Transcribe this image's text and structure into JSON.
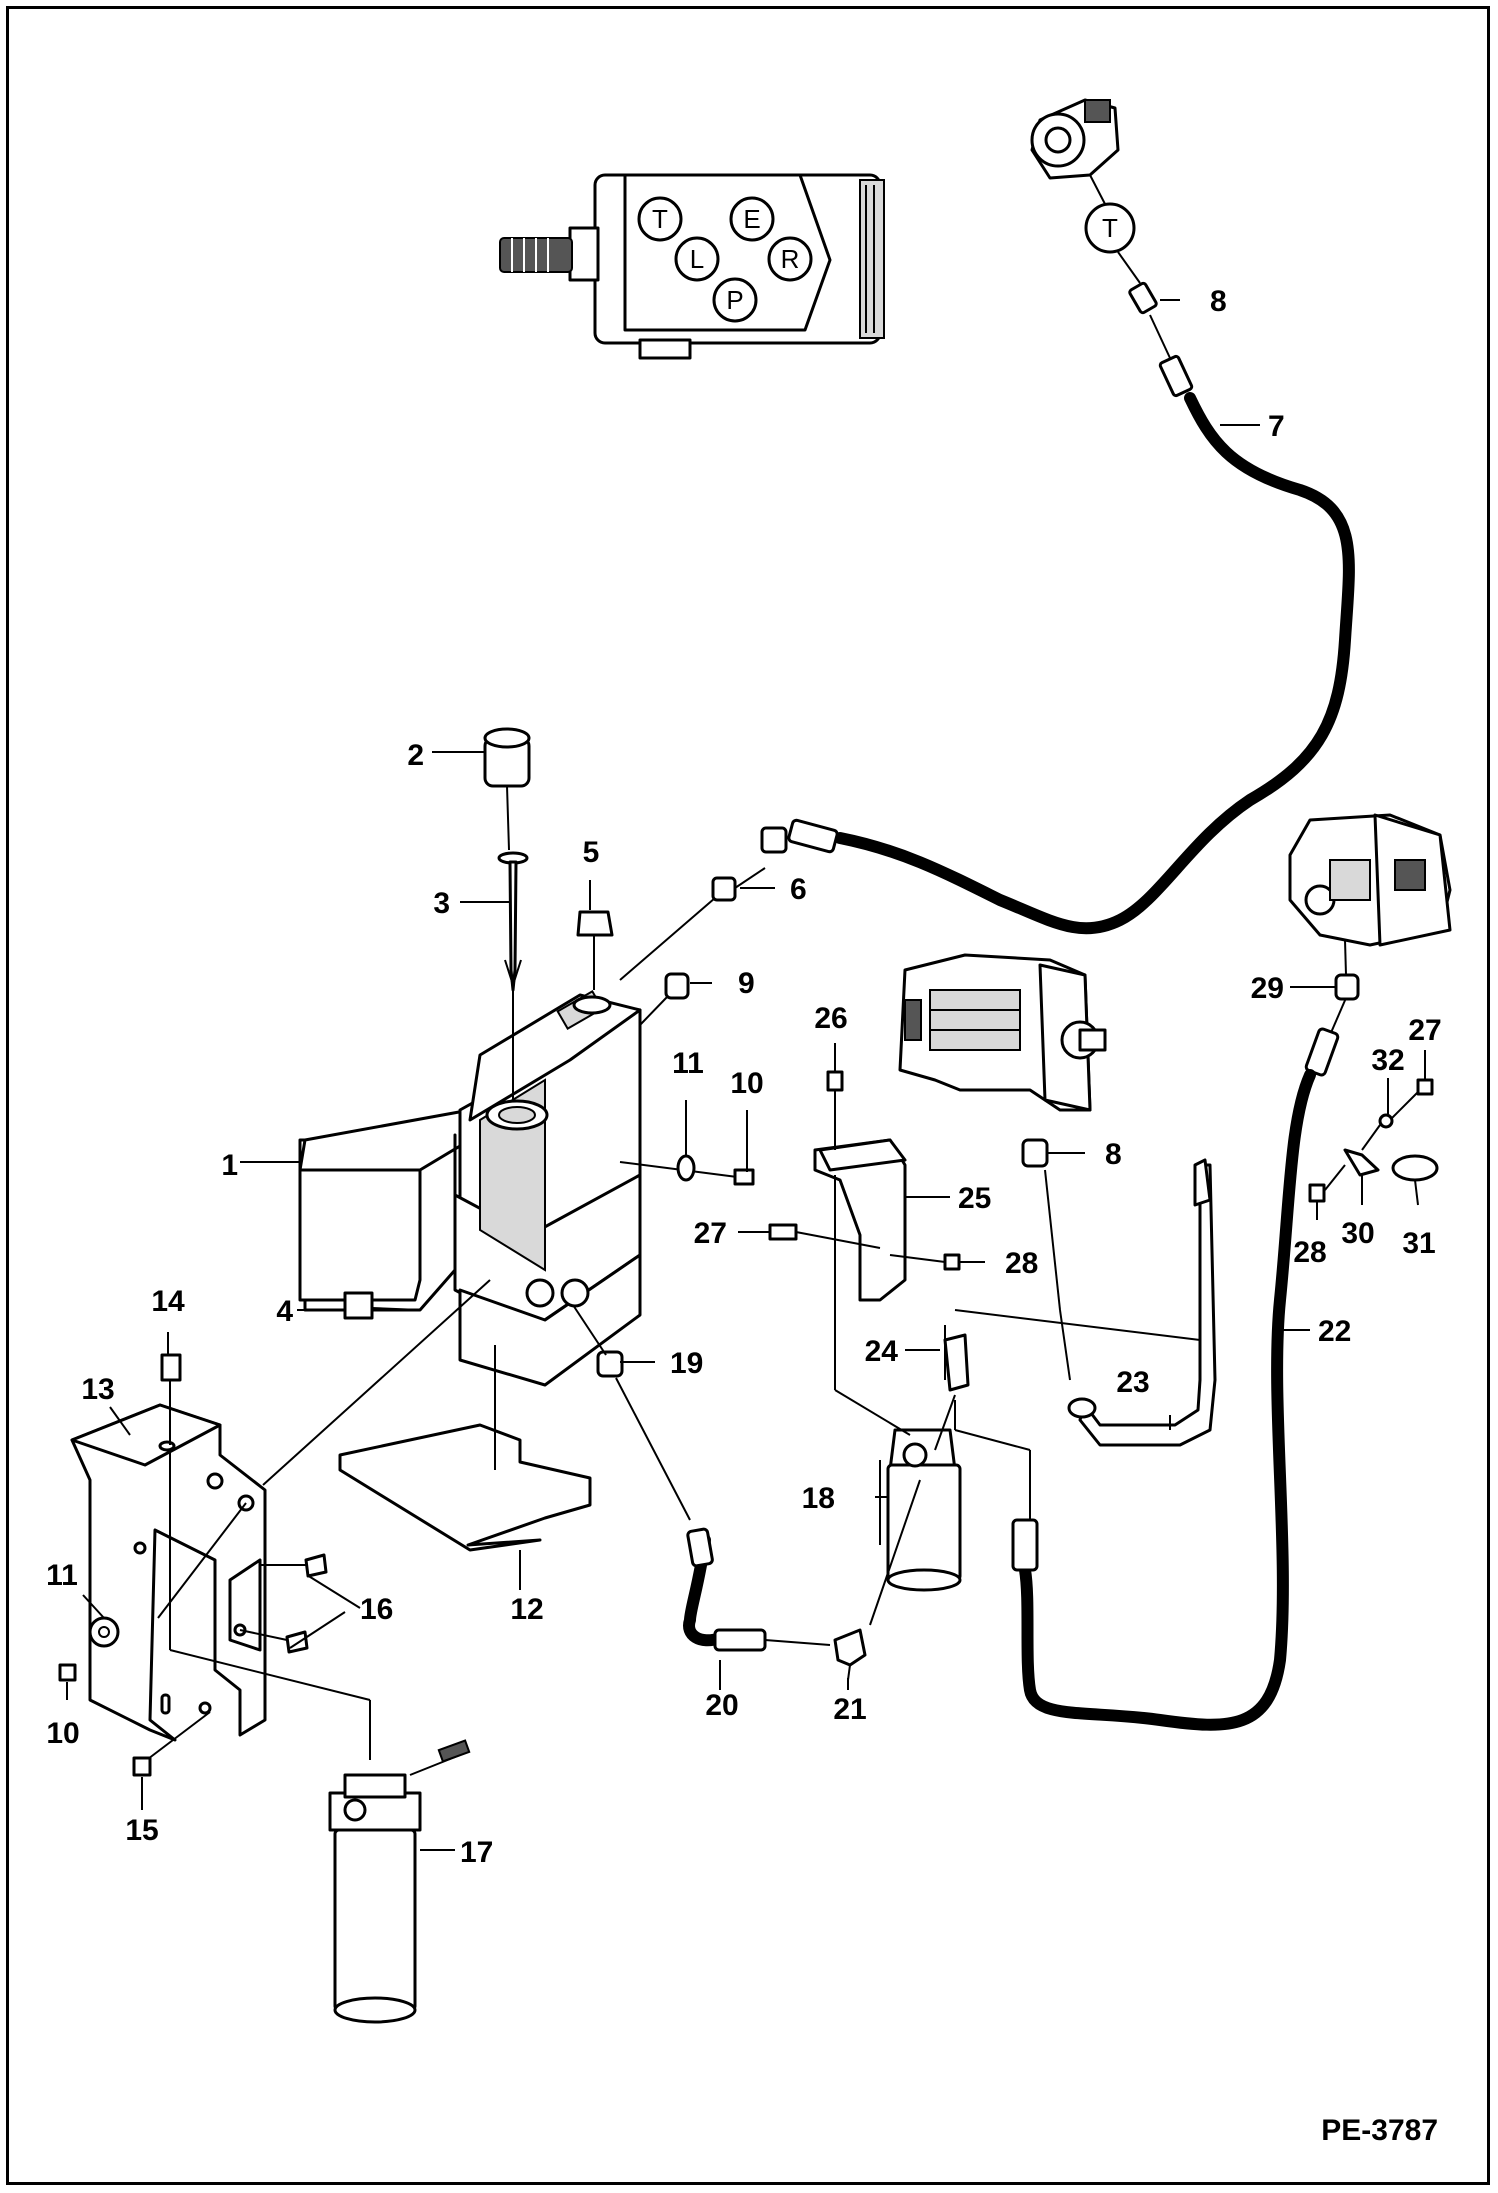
{
  "code": "PE-3787",
  "ports": [
    "T",
    "E",
    "L",
    "R",
    "P"
  ],
  "pump_port": "T",
  "callouts": [
    "1",
    "2",
    "3",
    "4",
    "5",
    "6",
    "7",
    "8",
    "8",
    "9",
    "10",
    "10",
    "11",
    "11",
    "12",
    "13",
    "14",
    "15",
    "16",
    "17",
    "18",
    "19",
    "20",
    "21",
    "22",
    "23",
    "24",
    "25",
    "26",
    "27",
    "27",
    "28",
    "28",
    "29",
    "30",
    "31",
    "32"
  ],
  "colors": {
    "line": "#000000",
    "background": "#ffffff"
  }
}
